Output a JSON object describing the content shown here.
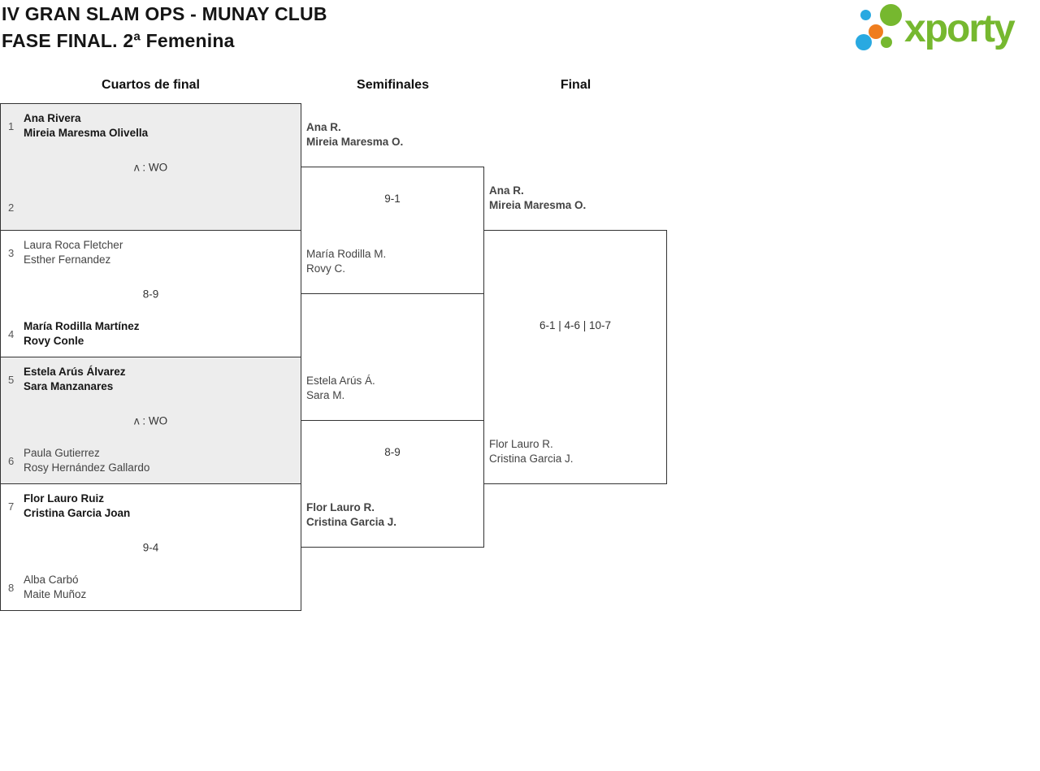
{
  "header": {
    "title_line1": "IV GRAN SLAM OPS - MUNAY CLUB",
    "title_line2": "FASE FINAL. 2ª Femenina"
  },
  "logo": {
    "text": "xporty",
    "green": "#76b82f",
    "blue": "#29a9e1",
    "orange": "#ef7d1e"
  },
  "columns": {
    "quarterfinals": "Cuartos de final",
    "semifinals": "Semifinales",
    "final": "Final"
  },
  "bracket": {
    "quarterfinals": [
      {
        "seed1": "1",
        "team1_line1": "Ana Rivera",
        "team1_line2": "Mireia Maresma Olivella",
        "team1_winner": true,
        "score": "ʌ : WO",
        "seed2": "2",
        "team2_line1": "",
        "team2_line2": "",
        "team2_winner": false
      },
      {
        "seed1": "3",
        "team1_line1": "Laura Roca Fletcher",
        "team1_line2": "Esther Fernandez",
        "team1_winner": false,
        "score": "8-9",
        "seed2": "4",
        "team2_line1": "María Rodilla Martínez",
        "team2_line2": "Rovy Conle",
        "team2_winner": true
      },
      {
        "seed1": "5",
        "team1_line1": "Estela Arús Álvarez",
        "team1_line2": "Sara Manzanares",
        "team1_winner": true,
        "score": "ʌ : WO",
        "seed2": "6",
        "team2_line1": "Paula Gutierrez",
        "team2_line2": "Rosy Hernández Gallardo",
        "team2_winner": false
      },
      {
        "seed1": "7",
        "team1_line1": "Flor Lauro Ruiz",
        "team1_line2": "Cristina Garcia Joan",
        "team1_winner": true,
        "score": "9-4",
        "seed2": "8",
        "team2_line1": "Alba Carbó",
        "team2_line2": "Maite Muñoz",
        "team2_winner": false
      }
    ],
    "semifinals": [
      {
        "team1_line1": "Ana R.",
        "team1_line2": "Mireia Maresma O.",
        "team1_winner": true,
        "score": "9-1",
        "team2_line1": "María Rodilla M.",
        "team2_line2": "Rovy C.",
        "team2_winner": false
      },
      {
        "team1_line1": "Estela Arús Á.",
        "team1_line2": "Sara M.",
        "team1_winner": false,
        "score": "8-9",
        "team2_line1": "Flor Lauro R.",
        "team2_line2": "Cristina Garcia J.",
        "team2_winner": true
      }
    ],
    "final": {
      "team1_line1": "Ana R.",
      "team1_line2": "Mireia Maresma O.",
      "team1_winner": true,
      "score": "6-1 | 4-6 | 10-7",
      "team2_line1": "Flor Lauro R.",
      "team2_line2": "Cristina Garcia J.",
      "team2_winner": false
    }
  }
}
